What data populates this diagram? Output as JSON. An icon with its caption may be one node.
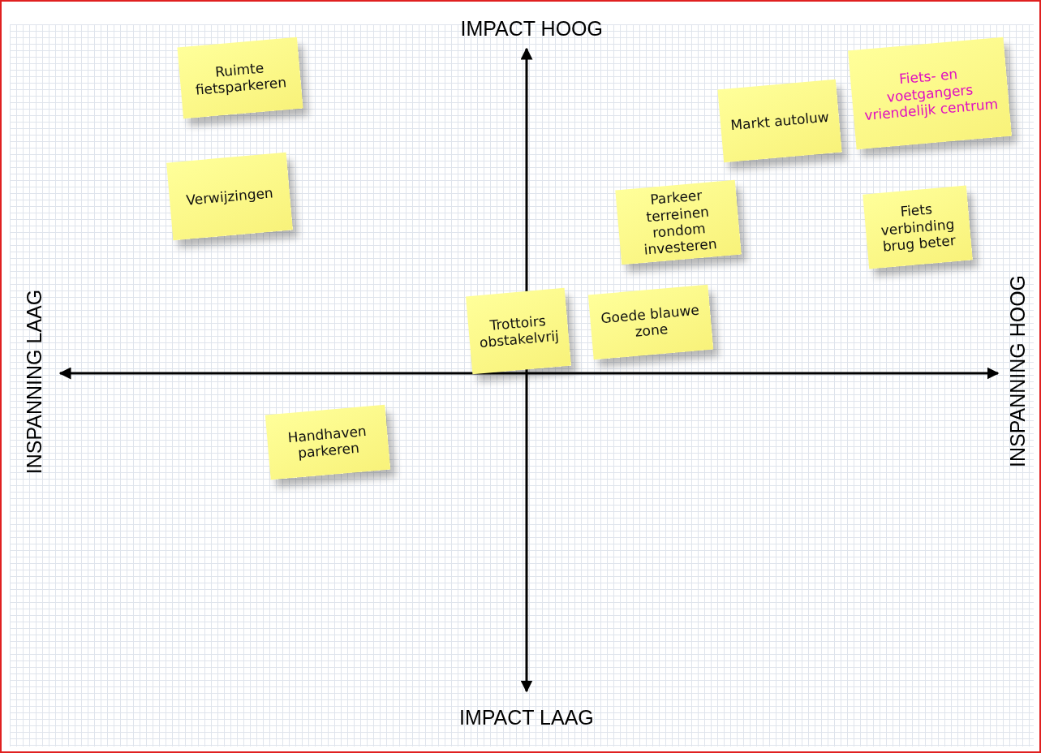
{
  "diagram": {
    "nodes": [
      {
        "text": [
          "Ruimte fietsparkeren"
        ]
      },
      {
        "text": [
          "Fiets- en voetgangers vriendelijk centrum"
        ]
      },
      {
        "text": [
          "Markt autoluw"
        ]
      },
      {
        "text": [
          "Verwijzingen"
        ]
      },
      {
        "text": [
          "Parkeer terreinen rondom investeren"
        ]
      },
      {
        "text": [
          "Fiets verbinding brug beter"
        ]
      },
      {
        "text": [
          "Goede blauwe zone"
        ]
      },
      {
        "text": [
          "Trottoirs obstakelvrij"
        ]
      },
      {
        "text": [
          "Handhaven parkeren"
        ]
      }
    ],
    "labels": [
      "IMPACT HOOG",
      "INSPANNING LAAG",
      "INSPANNING HOOG",
      "IMPACT LAAG"
    ]
  }
}
